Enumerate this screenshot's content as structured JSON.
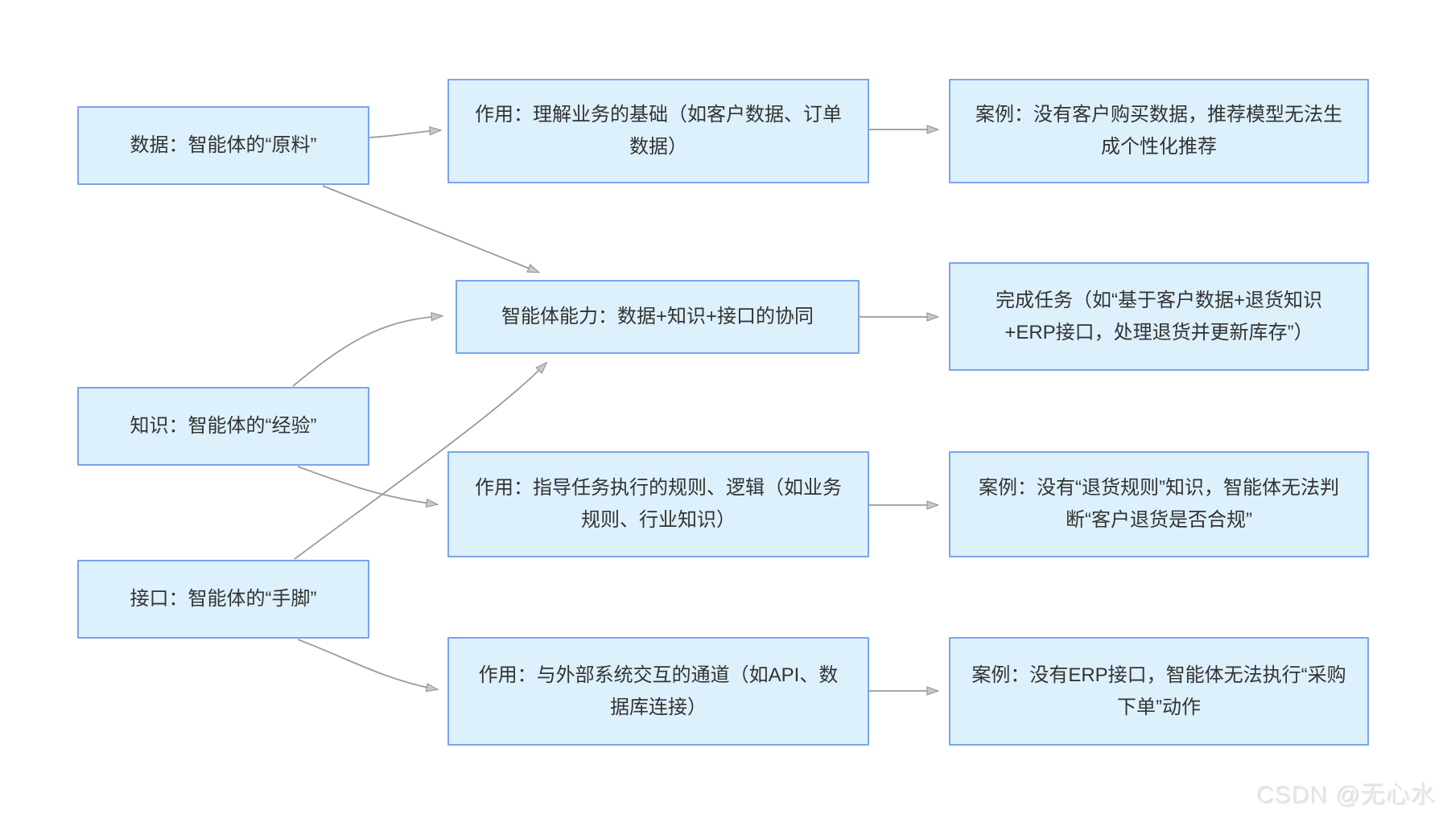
{
  "diagram": {
    "nodes": [
      {
        "id": "data",
        "text": "数据：智能体的“原料”"
      },
      {
        "id": "knowledge",
        "text": "知识：智能体的“经验”"
      },
      {
        "id": "interface",
        "text": "接口：智能体的“手脚”"
      },
      {
        "id": "data-role",
        "text": "作用：理解业务的基础（如客户数据、订单数据）"
      },
      {
        "id": "agent-capability",
        "text": "智能体能力：数据+知识+接口的协同"
      },
      {
        "id": "knowledge-role",
        "text": "作用：指导任务执行的规则、逻辑（如业务规则、行业知识）"
      },
      {
        "id": "interface-role",
        "text": "作用：与外部系统交互的通道（如API、数据库连接）"
      },
      {
        "id": "data-case",
        "text": "案例：没有客户购买数据，推荐模型无法生成个性化推荐"
      },
      {
        "id": "capability-outcome",
        "text": "完成任务（如“基于客户数据+退货知识+ERP接口，处理退货并更新库存”）"
      },
      {
        "id": "knowledge-case",
        "text": "案例：没有“退货规则”知识，智能体无法判断“客户退货是否合规”"
      },
      {
        "id": "interface-case",
        "text": "案例：没有ERP接口，智能体无法执行“采购下单”动作"
      }
    ],
    "edges": [
      {
        "from": "data",
        "to": "data-role"
      },
      {
        "from": "data",
        "to": "agent-capability"
      },
      {
        "from": "knowledge",
        "to": "agent-capability"
      },
      {
        "from": "interface",
        "to": "agent-capability"
      },
      {
        "from": "knowledge",
        "to": "knowledge-role"
      },
      {
        "from": "interface",
        "to": "interface-role"
      },
      {
        "from": "data-role",
        "to": "data-case"
      },
      {
        "from": "agent-capability",
        "to": "capability-outcome"
      },
      {
        "from": "knowledge-role",
        "to": "knowledge-case"
      },
      {
        "from": "interface-role",
        "to": "interface-case"
      }
    ],
    "colors": {
      "node_fill": "#ddf1fc",
      "node_border": "#7aa4ea",
      "node_text": "#333333",
      "arrow_line": "#9a9a9a",
      "arrow_head_fill": "#c8c8c8",
      "arrow_head_stroke": "#8f8f8f"
    }
  },
  "watermark": {
    "text": "CSDN @无心水"
  }
}
